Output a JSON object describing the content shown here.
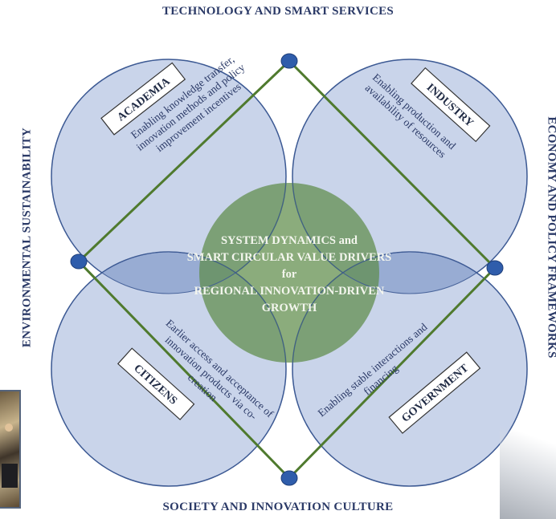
{
  "outer_labels": {
    "top": "TECHNOLOGY AND SMART SERVICES",
    "bottom": "SOCIETY AND INNOVATION CULTURE",
    "left": "ENVIRONMENTAL SUSTAINABILITY",
    "right": "ECONOMY AND POLICY FRAMEWORKS"
  },
  "center": {
    "lines": [
      "SYSTEM DYNAMICS and",
      "SMART CIRCULAR VALUE DRIVERS",
      "for",
      "REGIONAL INNOVATION-DRIVEN",
      "GROWTH"
    ]
  },
  "quadrants": {
    "academia": {
      "title": "ACADEMIA",
      "lines": [
        "Enabling knowledge transfer,",
        "innovation methods and policy",
        "improvement incentives"
      ]
    },
    "industry": {
      "title": "INDUSTRY",
      "lines": [
        "Enabling production and",
        "availability of resources"
      ]
    },
    "citizens": {
      "title": "CITIZENS",
      "lines": [
        "Earlier access and acceptance of",
        "innovation products via co-",
        "creation"
      ]
    },
    "government": {
      "title": "GOVERNMENT",
      "lines": [
        "Enabling stable interactions and",
        "financing"
      ]
    }
  },
  "colors": {
    "circle_fill": "#c9d4ea",
    "circle_stroke": "#3d5a94",
    "lens_fill": "#8fa4cf",
    "center_fill": "#5e8c4a",
    "diamond_stroke": "#4f7a2e",
    "node_fill": "#2f5dab",
    "text": "#2b3a67"
  }
}
